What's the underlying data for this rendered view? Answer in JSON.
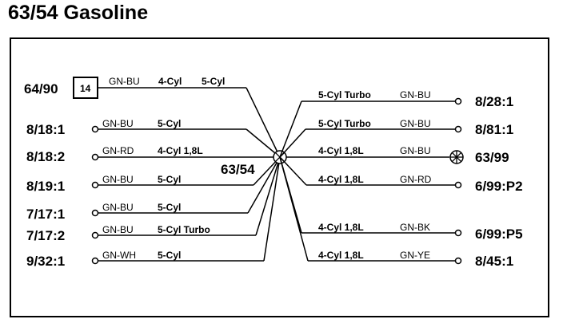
{
  "title": "63/54 Gasoline",
  "splice": {
    "label": "63/54"
  },
  "connector_box": {
    "label": "14"
  },
  "left": [
    {
      "pin": "64/90",
      "color": "GN-BU",
      "variant1": "4-Cyl",
      "variant2": "5-Cyl"
    },
    {
      "pin": "8/18:1",
      "color": "GN-BU",
      "variant1": "5-Cyl"
    },
    {
      "pin": "8/18:2",
      "color": "GN-RD",
      "variant1": "4-Cyl 1,8L"
    },
    {
      "pin": "8/19:1",
      "color": "GN-BU",
      "variant1": "5-Cyl"
    },
    {
      "pin": "7/17:1",
      "color": "GN-BU",
      "variant1": "5-Cyl"
    },
    {
      "pin": "7/17:2",
      "color": "GN-BU",
      "variant1": "5-Cyl Turbo"
    },
    {
      "pin": "9/32:1",
      "color": "GN-WH",
      "variant1": "5-Cyl"
    }
  ],
  "right": [
    {
      "pin": "8/28:1",
      "color": "GN-BU",
      "variant": "5-Cyl Turbo"
    },
    {
      "pin": "8/81:1",
      "color": "GN-BU",
      "variant": "5-Cyl Turbo"
    },
    {
      "pin": "63/99",
      "color": "GN-BU",
      "variant": "4-Cyl 1,8L"
    },
    {
      "pin": "6/99:P2",
      "color": "GN-RD",
      "variant": "4-Cyl 1,8L"
    },
    {
      "pin": "6/99:P5",
      "color": "GN-BK",
      "variant": "4-Cyl 1,8L"
    },
    {
      "pin": "8/45:1",
      "color": "GN-YE",
      "variant": "4-Cyl 1,8L"
    }
  ],
  "colors": {
    "line": "#000000",
    "background": "#ffffff"
  }
}
